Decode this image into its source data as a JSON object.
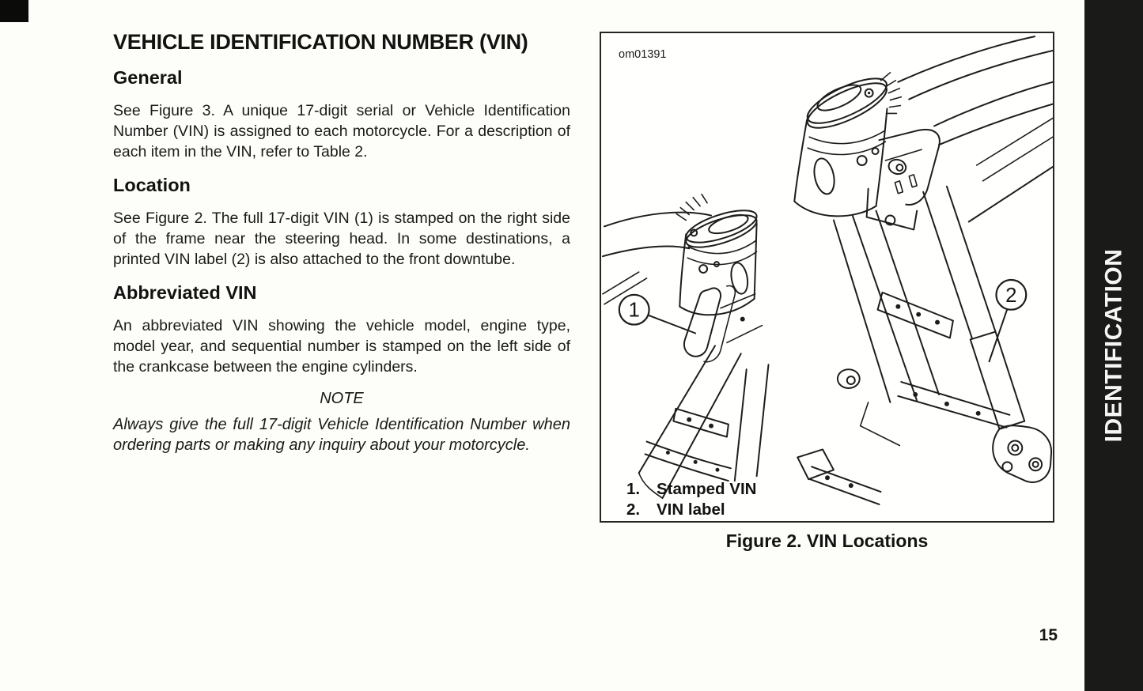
{
  "page": {
    "title": "VEHICLE IDENTIFICATION NUMBER (VIN)",
    "page_number": "15",
    "sidebar_label": "IDENTIFICATION"
  },
  "sections": [
    {
      "heading": "General",
      "body": "See Figure 3. A unique 17-digit serial or Vehicle Identification Number (VIN) is assigned to each motorcycle. For a description of each item in the VIN, refer to Table 2."
    },
    {
      "heading": "Location",
      "body": "See Figure 2. The full 17-digit VIN (1) is stamped on the right side of the frame near the steering head. In some destinations, a printed VIN label (2) is also attached to the front downtube."
    },
    {
      "heading": "Abbreviated VIN",
      "body": "An abbreviated VIN showing the vehicle model, engine type, model year, and sequential number is stamped on the left side of the crankcase between the engine cylinders."
    }
  ],
  "note": {
    "label": "NOTE",
    "body": "Always give the full 17-digit Vehicle Identification Number when ordering parts or making any inquiry about your motorcycle."
  },
  "figure": {
    "code": "om01391",
    "callout1": "1",
    "callout2": "2",
    "legend": [
      {
        "num": "1.",
        "label": "Stamped VIN"
      },
      {
        "num": "2.",
        "label": "VIN label"
      }
    ],
    "caption": "Figure 2. VIN Locations"
  },
  "colors": {
    "background": "#fdfdfa",
    "text": "#161614",
    "sidebar_tab": "#1a1a18",
    "sidebar_text": "#f6f6f4",
    "line_art": "#1d1d1b"
  }
}
